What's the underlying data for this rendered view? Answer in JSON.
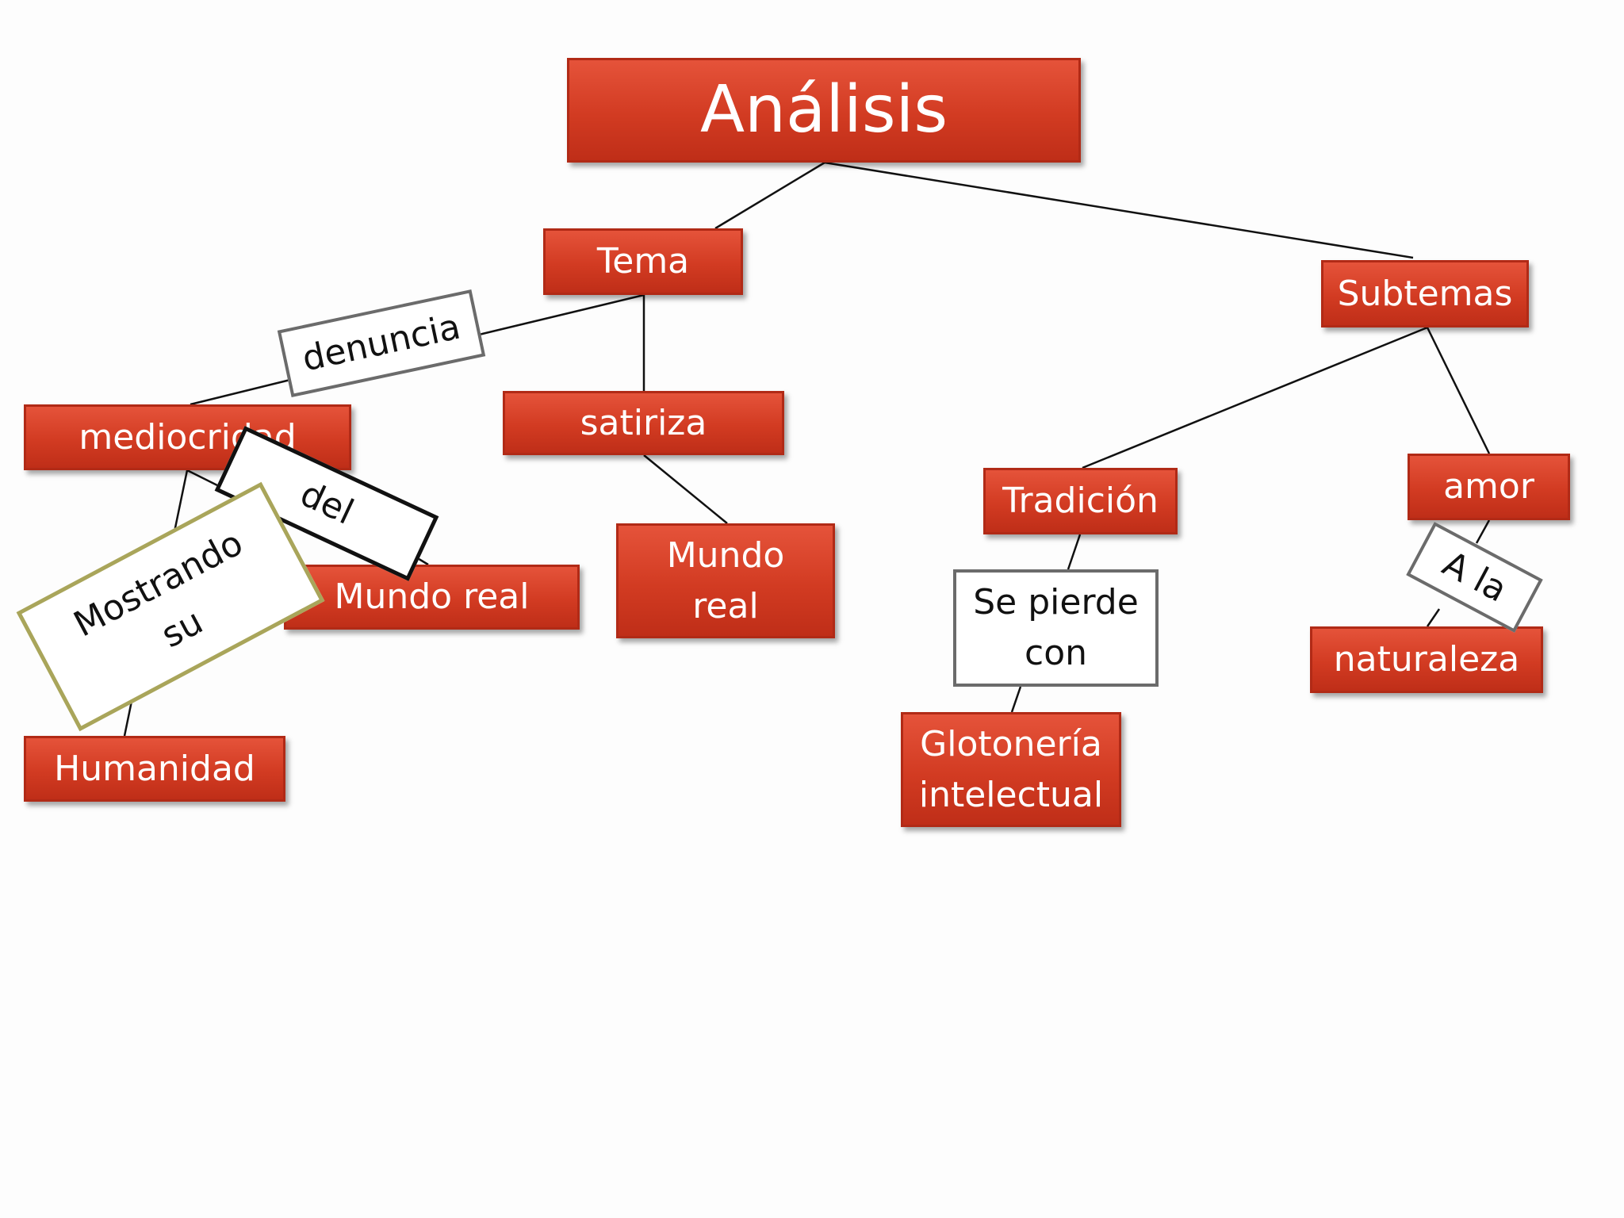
{
  "nodes": {
    "analisis": "Análisis",
    "tema": "Tema",
    "subtemas": "Subtemas",
    "mediocridad": "mediocridad",
    "satiriza": "satiriza",
    "mundo_real_1": "Mundo real",
    "mundo_real_2": "Mundo real",
    "humanidad": "Humanidad",
    "tradicion": "Tradición",
    "amor": "amor",
    "glotoneria": "Glotonería intelectual",
    "naturaleza": "naturaleza"
  },
  "labels": {
    "denuncia": "denuncia",
    "del": "del",
    "mostrando_su": "Mostrando su",
    "se_pierde_con": "Se pierde con",
    "a_la": "A la"
  },
  "colors": {
    "node_fill": "#d8412a",
    "node_text": "#ffffff",
    "label_border_gray": "#6b6b6b",
    "label_border_black": "#111111",
    "label_border_olive": "#a9a55a",
    "connector": "#111111"
  }
}
